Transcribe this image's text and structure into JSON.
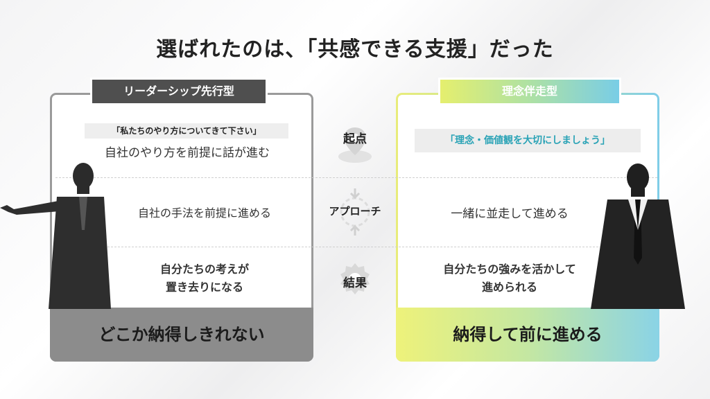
{
  "title": "選ばれたのは、「共感できる支援」だった",
  "left": {
    "label": "リーダーシップ先行型",
    "quote": "「私たちのやり方についてきて下さい」",
    "start": "自社のやり方を前提に話が進む",
    "approach": "自社の手法を前提に進める",
    "result_line1": "自分たちの考えが",
    "result_line2": "置き去りになる",
    "outcome": "どこか納得しきれない"
  },
  "right": {
    "label": "理念伴走型",
    "quote": "「理念・価値観を大切にしましょう」",
    "approach": "一緒に並走して進める",
    "result_line1": "自分たちの強みを活かして",
    "result_line2": "進められる",
    "outcome": "納得して前に進める"
  },
  "middle": {
    "start": "起点",
    "approach": "アプローチ",
    "result": "結果"
  },
  "colors": {
    "left_accent": "#4f4f4f",
    "right_gradient_start": "#e5ef6e",
    "right_gradient_end": "#79cde6",
    "quote_right_text": "#2aa3b6"
  }
}
